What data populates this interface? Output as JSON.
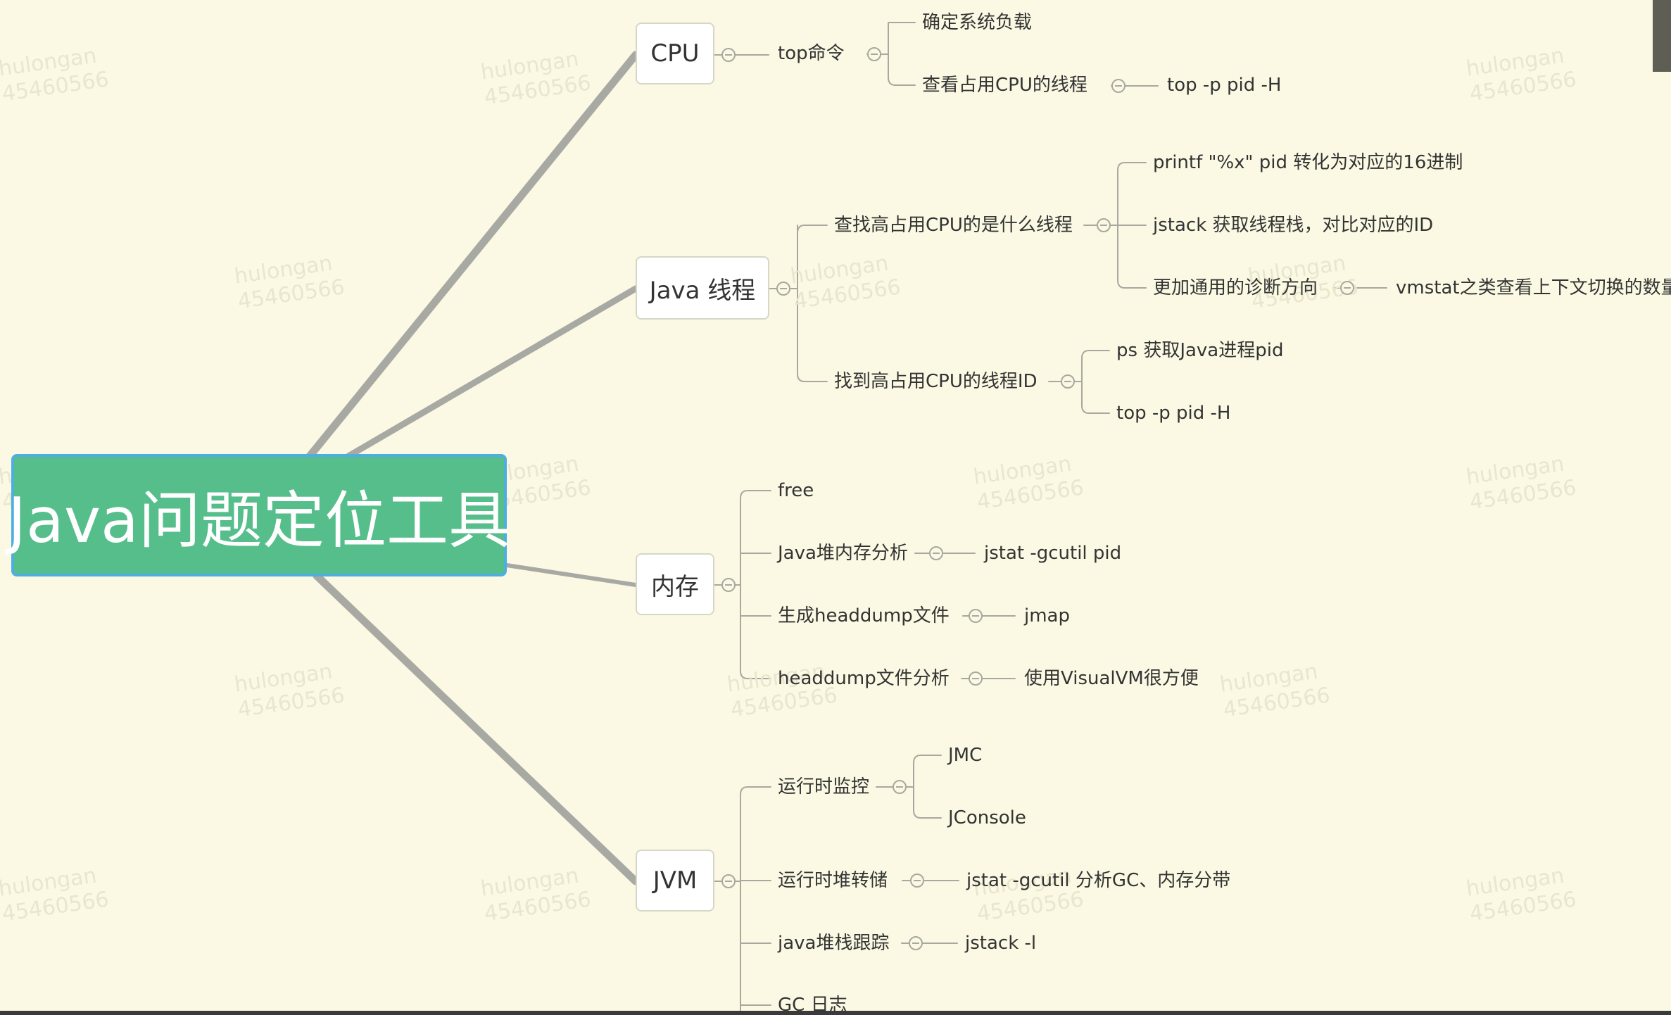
{
  "colors": {
    "background": "#FBF9E3",
    "root_fill": "#56BE8B",
    "root_border": "#4FAEE0",
    "main_branch_line": "#A9A9A4",
    "sub_line": "#A8A8A0",
    "watermark": "#E9E6CF"
  },
  "watermark": {
    "name": "hulongan",
    "id": "45460566"
  },
  "root": {
    "label": "Java问题定位工具"
  },
  "branches": [
    {
      "key": "cpu",
      "label": "CPU",
      "children": [
        {
          "key": "top-cmd",
          "label": "top命令",
          "children": [
            {
              "key": "confirm-load",
              "label": "确定系统负载"
            },
            {
              "key": "view-cpu-thread",
              "label": "查看占用CPU的线程",
              "children": [
                {
                  "key": "top-p-h",
                  "label": "top -p pid -H"
                }
              ]
            }
          ]
        }
      ]
    },
    {
      "key": "java-thread",
      "label": "Java 线程",
      "children": [
        {
          "key": "find-high-cpu-thread",
          "label": "查找高占用CPU的是什么线程",
          "children": [
            {
              "key": "printf-hex",
              "label": "printf \"%x\" pid 转化为对应的16进制"
            },
            {
              "key": "jstack-compare",
              "label": "jstack 获取线程栈，对比对应的ID"
            },
            {
              "key": "general-diagnosis",
              "label": "更加通用的诊断方向",
              "children": [
                {
                  "key": "vmstat",
                  "label": "vmstat之类查看上下文切换的数量"
                }
              ]
            }
          ]
        },
        {
          "key": "find-thread-id",
          "label": "找到高占用CPU的线程ID",
          "children": [
            {
              "key": "ps-pid",
              "label": "ps 获取Java进程pid"
            },
            {
              "key": "top-p-h-2",
              "label": "top -p pid -H"
            }
          ]
        }
      ]
    },
    {
      "key": "memory",
      "label": "内存",
      "children": [
        {
          "key": "free",
          "label": "free"
        },
        {
          "key": "heap-analysis",
          "label": "Java堆内存分析",
          "children": [
            {
              "key": "jstat-gcutil",
              "label": "jstat -gcutil pid"
            }
          ]
        },
        {
          "key": "gen-heapdump",
          "label": "生成headdump文件",
          "children": [
            {
              "key": "jmap",
              "label": "jmap"
            }
          ]
        },
        {
          "key": "heapdump-analysis",
          "label": "headdump文件分析",
          "children": [
            {
              "key": "visualvm",
              "label": "使用VisualVM很方便"
            }
          ]
        }
      ]
    },
    {
      "key": "jvm",
      "label": "JVM",
      "children": [
        {
          "key": "runtime-monitor",
          "label": "运行时监控",
          "children": [
            {
              "key": "jmc",
              "label": "JMC"
            },
            {
              "key": "jconsole",
              "label": "JConsole"
            }
          ]
        },
        {
          "key": "runtime-heap-dump",
          "label": "运行时堆转储",
          "children": [
            {
              "key": "jstat-gc",
              "label": "jstat -gcutil 分析GC、内存分带"
            }
          ]
        },
        {
          "key": "java-stack-trace",
          "label": "java堆栈跟踪",
          "children": [
            {
              "key": "jstack-l",
              "label": "jstack -l"
            }
          ]
        },
        {
          "key": "gc-log",
          "label": "GC 日志"
        }
      ]
    }
  ]
}
